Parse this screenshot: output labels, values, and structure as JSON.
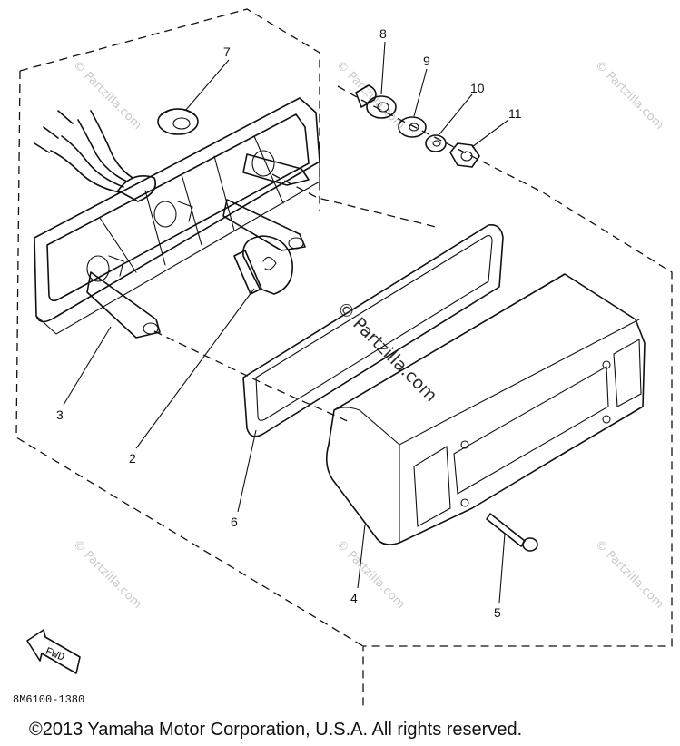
{
  "diagram": {
    "callouts": [
      {
        "id": "1",
        "label": "7"
      },
      {
        "id": "2",
        "label": "8"
      },
      {
        "id": "3",
        "label": "9"
      },
      {
        "id": "4",
        "label": "10"
      },
      {
        "id": "5",
        "label": "11"
      },
      {
        "id": "6",
        "label": "3"
      },
      {
        "id": "7",
        "label": "2"
      },
      {
        "id": "8",
        "label": "6"
      },
      {
        "id": "9",
        "label": "4"
      },
      {
        "id": "10",
        "label": "5"
      }
    ],
    "fwd_label": "FWD",
    "drawing_code": "8M6100-1380",
    "watermark_text": "© Partzilla.com",
    "copyright": "©2013  Yamaha Motor Corporation, U.S.A. All rights reserved."
  }
}
